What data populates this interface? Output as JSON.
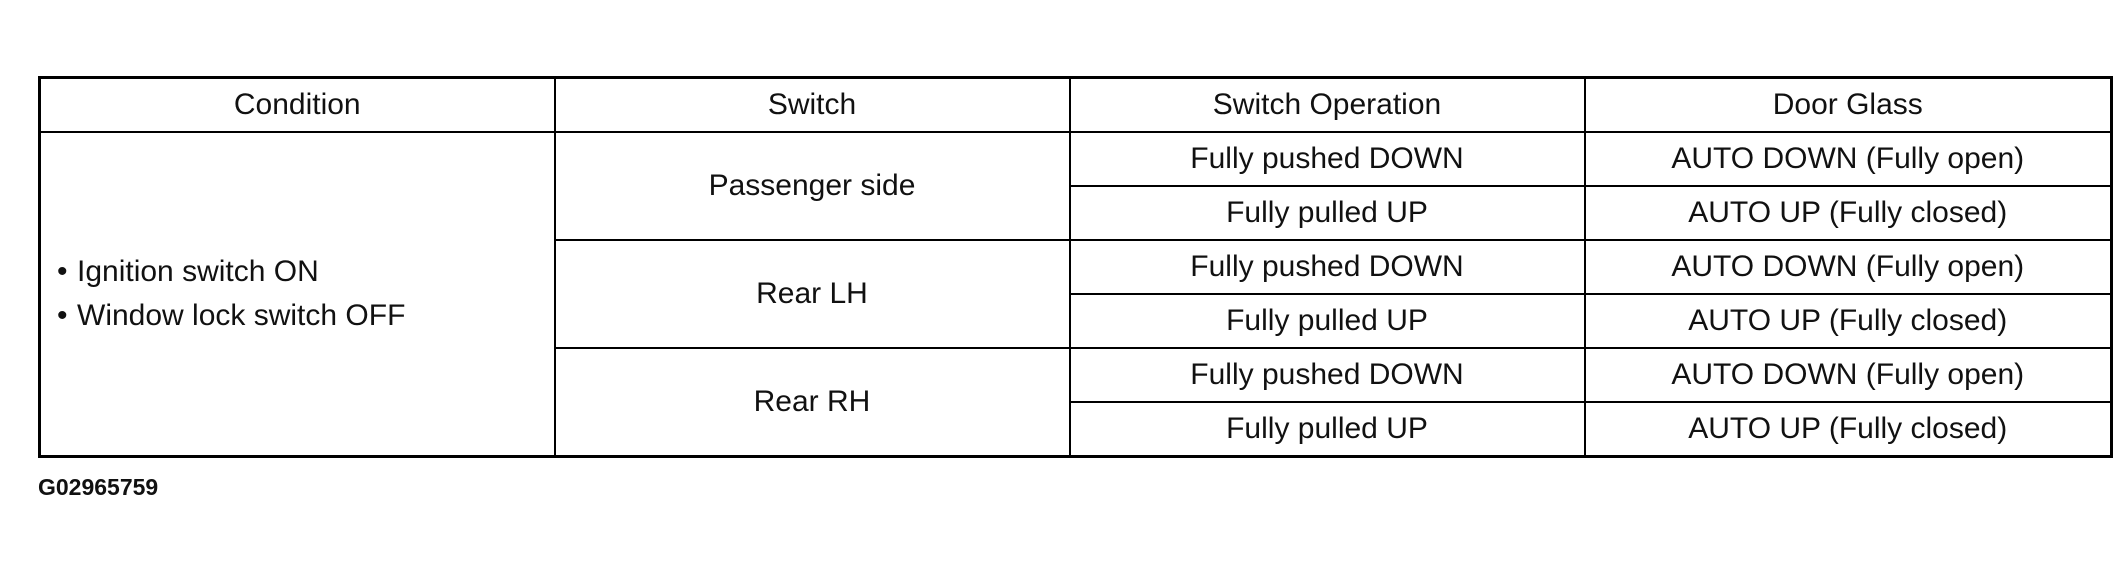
{
  "table": {
    "headers": [
      "Condition",
      "Switch",
      "Switch Operation",
      "Door Glass"
    ],
    "conditions": [
      "Ignition switch ON",
      "Window lock switch OFF"
    ],
    "bullet": "•",
    "groups": [
      {
        "switch": "Passenger side",
        "rows": [
          {
            "operation": "Fully pushed DOWN",
            "glass": "AUTO DOWN (Fully open)"
          },
          {
            "operation": "Fully pulled UP",
            "glass": "AUTO UP (Fully closed)"
          }
        ]
      },
      {
        "switch": "Rear LH",
        "rows": [
          {
            "operation": "Fully pushed DOWN",
            "glass": "AUTO DOWN (Fully open)"
          },
          {
            "operation": "Fully pulled UP",
            "glass": "AUTO UP (Fully closed)"
          }
        ]
      },
      {
        "switch": "Rear RH",
        "rows": [
          {
            "operation": "Fully pushed DOWN",
            "glass": "AUTO DOWN (Fully open)"
          },
          {
            "operation": "Fully pulled UP",
            "glass": "AUTO UP (Fully closed)"
          }
        ]
      }
    ]
  },
  "figure_id": "G02965759"
}
